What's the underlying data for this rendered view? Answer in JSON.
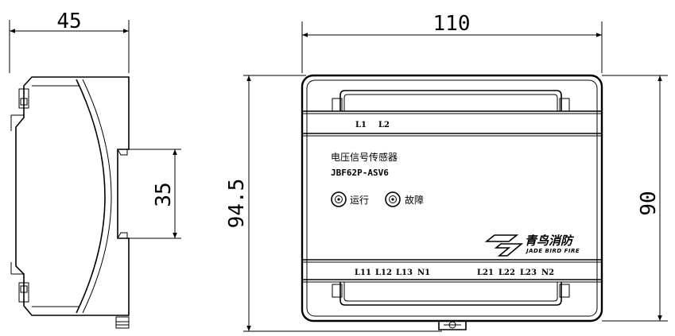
{
  "dimensions": {
    "side_width": "45",
    "rail_height": "35",
    "front_width": "110",
    "overall_height": "94.5",
    "body_height": "90"
  },
  "product": {
    "name": "电压信号传感器",
    "model": "JBF62P-ASV6"
  },
  "indicators": {
    "run": "运行",
    "fault": "故障"
  },
  "terminals": {
    "top": [
      "L1",
      "L2"
    ],
    "bottom_left": [
      "L11",
      "L12",
      "L13",
      "N1"
    ],
    "bottom_right": [
      "L21",
      "L22",
      "L23",
      "N2"
    ]
  },
  "brand": {
    "cn": "青鸟消防",
    "en": "JADE BIRD FIRE"
  }
}
